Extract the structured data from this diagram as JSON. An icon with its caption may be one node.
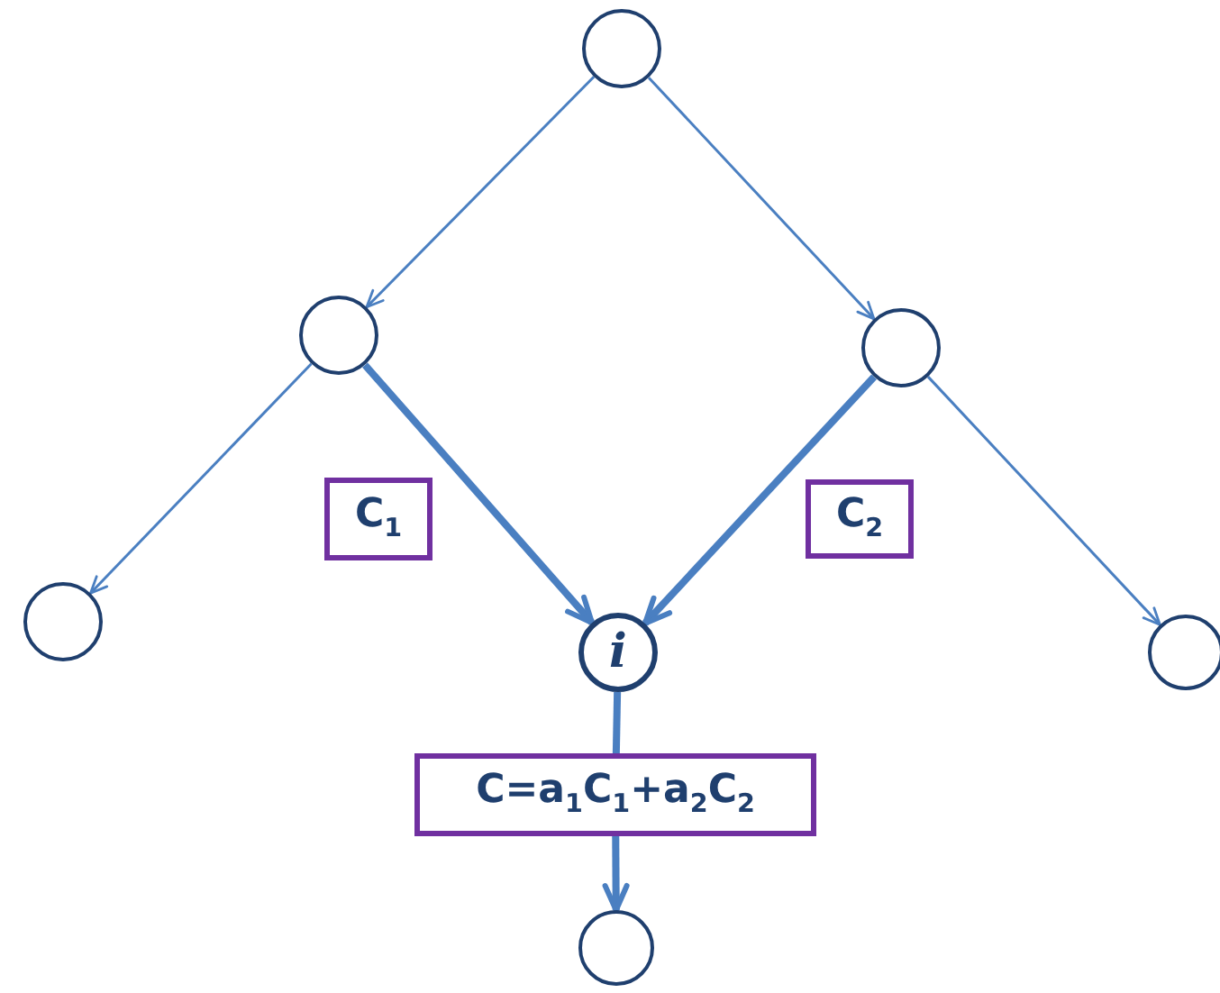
{
  "diagram": {
    "nodes": [
      {
        "text": [],
        "shape": "circle"
      },
      {
        "text": [],
        "shape": "circle"
      },
      {
        "text": [],
        "shape": "circle"
      },
      {
        "text": [
          "C$_{1}$"
        ]
      },
      {
        "text": [
          "C$_{2}$"
        ]
      },
      {
        "text": [],
        "shape": "circle"
      },
      {
        "text": [
          "i"
        ]
      },
      {
        "text": [],
        "shape": "circle"
      },
      {
        "text": [
          "C=a$_{1}$C$_{1}$+a$_{2}$C$_{2}$"
        ]
      },
      {
        "text": [],
        "shape": "circle"
      }
    ],
    "edges": [
      {
        "from": 0,
        "to": 1,
        "arrow": "to"
      },
      {
        "from": 0,
        "to": 2,
        "arrow": "to"
      },
      {
        "from": 1,
        "to": 5,
        "arrow": "to"
      },
      {
        "from": 1,
        "to": 6,
        "arrow": "to",
        "style": "thick"
      },
      {
        "from": 2,
        "to": 6,
        "arrow": "to",
        "style": "thick"
      },
      {
        "from": 2,
        "to": 7,
        "arrow": "to"
      },
      {
        "from": 6,
        "to": 8,
        "arrow": "none",
        "style": "thick"
      },
      {
        "from": 8,
        "to": 9,
        "arrow": "to",
        "style": "thick"
      }
    ]
  }
}
